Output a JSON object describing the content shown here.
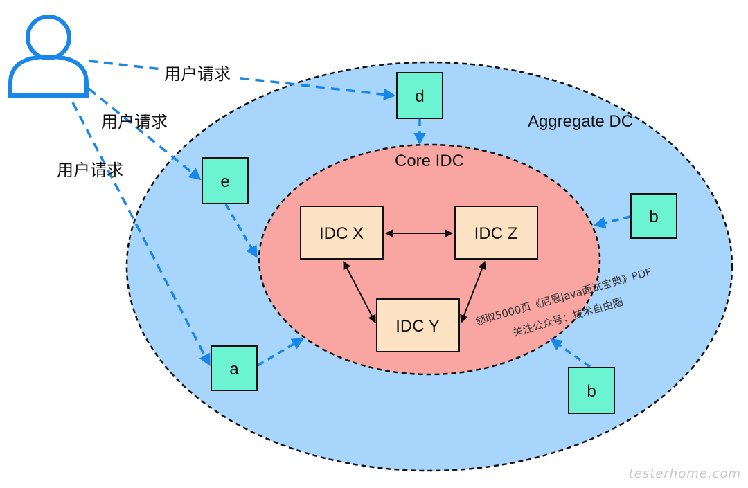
{
  "labels": {
    "outer": "Aggregate DC",
    "inner": "Core IDC",
    "request": "用户请求"
  },
  "nodes": {
    "d": "d",
    "e": "e",
    "a": "a",
    "b_right": "b",
    "b_bottom": "b",
    "idc_x": "IDC X",
    "idc_z": "IDC Z",
    "idc_y": "IDC Y"
  },
  "watermark": {
    "line1": "领取5000页《尼恩Java面试宝典》PDF",
    "line2": "关注公众号：技术自由圈",
    "site": "testerhome.com"
  },
  "colors": {
    "outer_fill": "#a8d5fb",
    "inner_fill": "#f9a6a3",
    "node_fill": "#6cf3d2",
    "idc_fill": "#fde3c4",
    "arrow_blue": "#1a87e8",
    "user_icon": "#1a87e8"
  },
  "icons": {
    "user": "user-icon"
  }
}
